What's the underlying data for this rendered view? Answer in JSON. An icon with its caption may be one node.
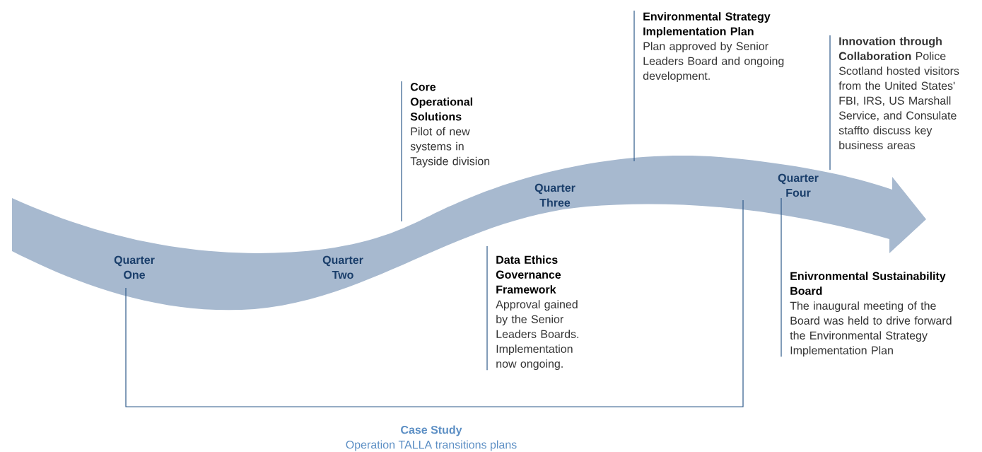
{
  "diagram": {
    "nodes": [
      {
        "text": [
          "Quarter One",
          "Quarter Two",
          "Quarter Three",
          "Quarter Four"
        ]
      },
      {
        "text": [
          "Core Operational Solutions",
          "Pilot of new systems in Tayside division"
        ]
      },
      {
        "text": [
          "Data Ethics Governance Framework",
          "Approval gained by the Senior Leaders Boards. Implementation now ongoing."
        ]
      },
      {
        "text": [
          "Environmental Strategy Implementation Plan",
          "Plan approved by Senior Leaders Board and ongoing development."
        ]
      },
      {
        "text": [
          "Enivronmental Sustainability Board",
          "The inaugural meeting of the Board was held to drive forward the Environmental Strategy Implementation Plan"
        ]
      },
      {
        "text": [
          "**Innovation through Collaboration** Police Scotland hosted visitors from the United States' FBI, IRS, US Marshall Service, and Consulate staffto discuss key business areas"
        ]
      }
    ],
    "edges": [
      {
        "from": 1,
        "to": 0,
        "arrow": "none"
      },
      {
        "from": 2,
        "to": 0,
        "arrow": "none"
      },
      {
        "from": 3,
        "to": 0,
        "arrow": "none"
      },
      {
        "from": 4,
        "to": 0,
        "arrow": "none"
      },
      {
        "from": 5,
        "to": 0,
        "arrow": "none"
      }
    ],
    "labels": [
      "Case Study",
      "Operation TALLA transitions plans"
    ]
  }
}
